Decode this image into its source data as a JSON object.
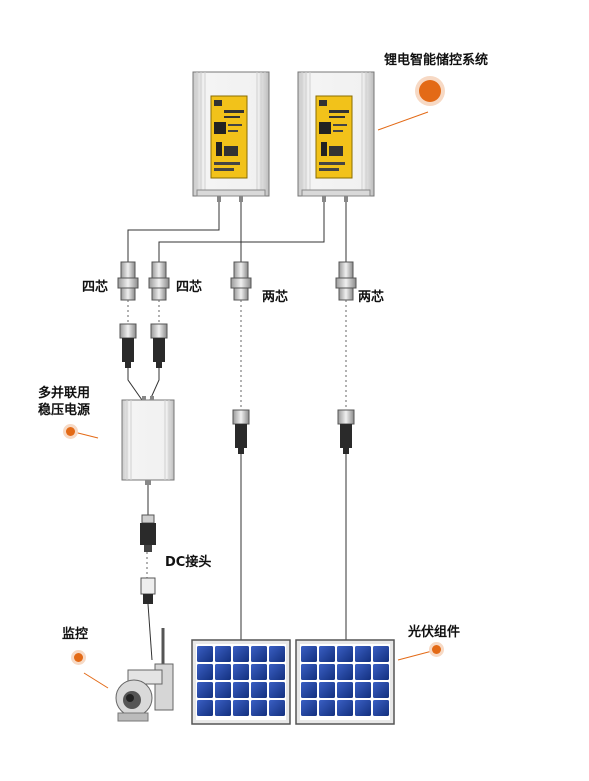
{
  "labels": {
    "lithium_system": "锂电智能储控系统",
    "four_core_left": "四芯",
    "four_core_right": "四芯",
    "two_core_left": "两芯",
    "two_core_right": "两芯",
    "regulator_line1": "多并联用",
    "regulator_line2": "稳压电源",
    "dc_connector": "DC接头",
    "monitor": "监控",
    "pv_module": "光伏组件"
  },
  "colors": {
    "accent": "#e36a16",
    "panel_cell": "#1d3f9a",
    "controller_label": "#f2c21a"
  }
}
